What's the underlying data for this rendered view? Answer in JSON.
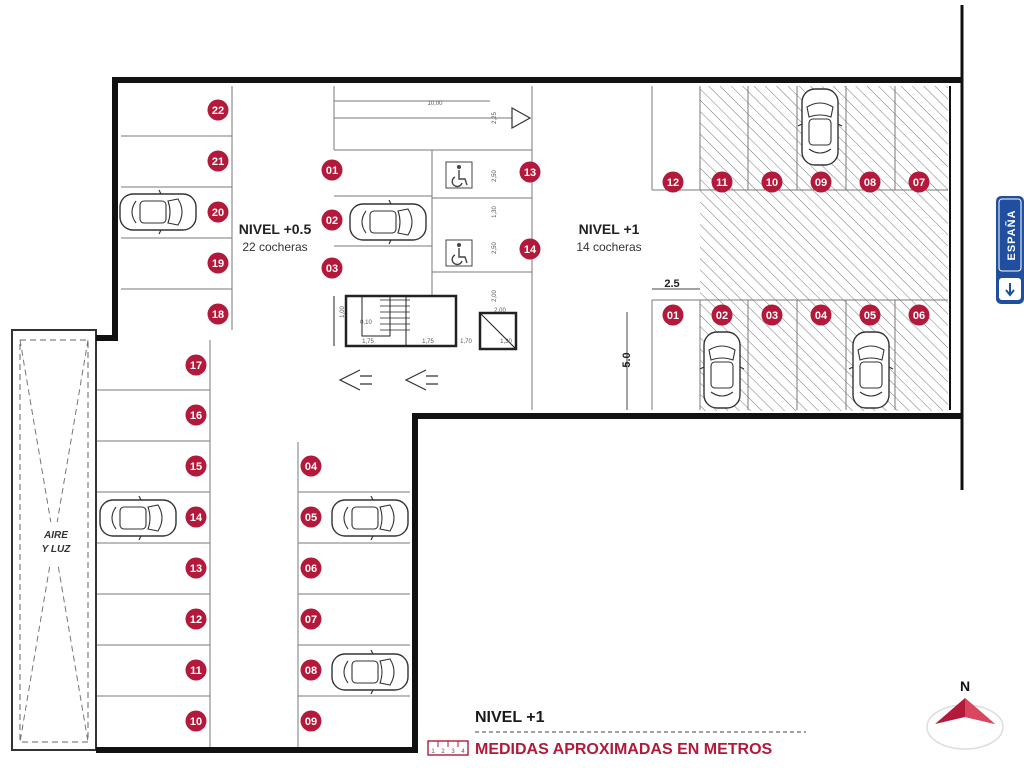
{
  "levels": {
    "half": {
      "title": "NIVEL +0.5",
      "subtitle": "22 cocheras"
    },
    "one": {
      "title": "NIVEL +1",
      "subtitle": "14 cocheras"
    }
  },
  "spots_half": [
    "01",
    "02",
    "03",
    "04",
    "05",
    "06",
    "07",
    "08",
    "09",
    "10",
    "11",
    "12",
    "13",
    "14",
    "15",
    "16",
    "17",
    "18",
    "19",
    "20",
    "21",
    "22"
  ],
  "spots_one": [
    "01",
    "02",
    "03",
    "04",
    "05",
    "06",
    "07",
    "08",
    "09",
    "10",
    "11",
    "12",
    "13",
    "14"
  ],
  "dimensions": {
    "stall_width": "2.5",
    "stall_depth": "5.0",
    "ramp_width": "10,00",
    "stair_1": "1,00",
    "stair_2": "1,75",
    "stair_3": "1,75",
    "stair_4": "1,70",
    "stair_5": "0,10",
    "elev_1": "2,00",
    "elev_2": "1,30",
    "side_1": "2,25",
    "side_2": "2,50",
    "side_3": "1,30",
    "side_4": "2,50",
    "side_5": "2,00"
  },
  "aire_luz": [
    "AIRE",
    "Y LUZ"
  ],
  "legend": {
    "title": "NIVEL +1",
    "note": "MEDIDAS APROXIMADAS EN METROS",
    "scale_ticks": [
      "1",
      "2",
      "3",
      "4"
    ]
  },
  "street": {
    "name": "ESPAÑA"
  },
  "compass": {
    "letter": "N"
  },
  "colors": {
    "marker": "#b3193a",
    "wall": "#111111",
    "street_sign": "#1f4f9e"
  }
}
